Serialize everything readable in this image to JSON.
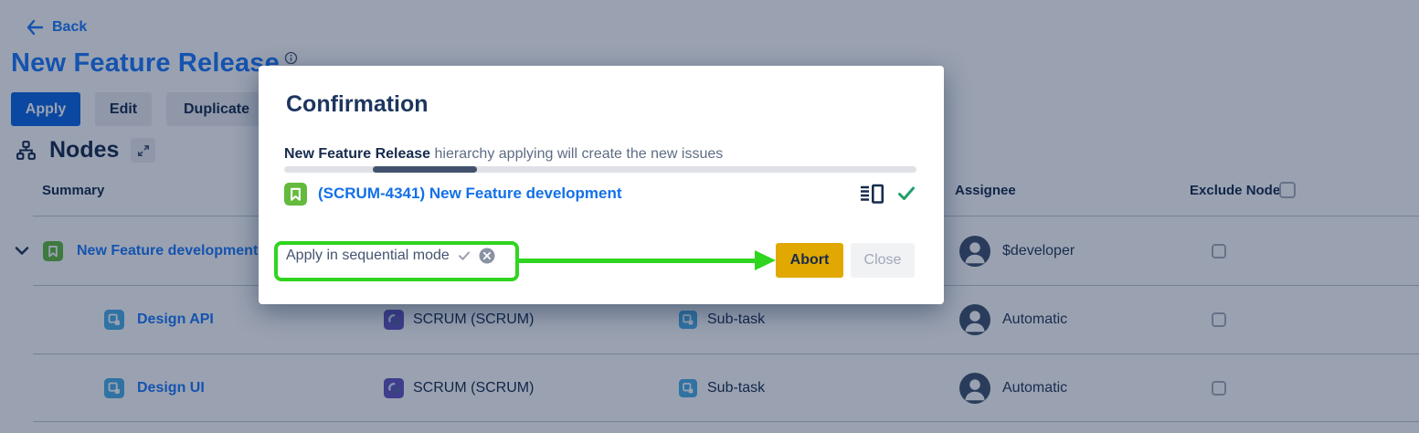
{
  "colors": {
    "accent_blue": "#1D7AFC",
    "primary_blue": "#0C66E4",
    "navy": "#172B4D",
    "subtle": "#5E6C84",
    "abort_yellow": "#E0A800",
    "annotation_green": "#2FD51E",
    "success_green": "#22A06B",
    "story_green": "#63BA3C",
    "subtask_blue": "#4BADE8",
    "project_purple": "#6554C0",
    "avatar_navy": "#42526E",
    "progress_fill": "#42526E",
    "overlay": "rgba(9,30,66,0.41)"
  },
  "header": {
    "back_label": "Back",
    "title": "New Feature Release",
    "buttons": {
      "apply": "Apply",
      "edit": "Edit",
      "duplicate": "Duplicate"
    }
  },
  "nodes": {
    "title": "Nodes"
  },
  "table": {
    "headers": {
      "summary": "Summary",
      "assignee": "Assignee",
      "exclude_node": "Exclude Node"
    },
    "rows": [
      {
        "summary": "New Feature development",
        "assignee": "$developer",
        "issue_type": "story",
        "expanded": true
      },
      {
        "summary": "Design API",
        "project": "SCRUM (SCRUM)",
        "type": "Sub-task",
        "assignee": "Automatic",
        "issue_type": "subtask"
      },
      {
        "summary": "Design UI",
        "project": "SCRUM (SCRUM)",
        "type": "Sub-task",
        "assignee": "Automatic",
        "issue_type": "subtask"
      }
    ]
  },
  "modal": {
    "title": "Confirmation",
    "message_bold": "New Feature Release",
    "message_rest": " hierarchy applying will create the new issues",
    "progress": {
      "left_pct": 14,
      "width_pct": 16.5
    },
    "issue": {
      "label": "(SCRUM-4341) New Feature development"
    },
    "chip": {
      "label": "Apply in sequential mode"
    },
    "buttons": {
      "abort": "Abort",
      "close": "Close"
    }
  }
}
